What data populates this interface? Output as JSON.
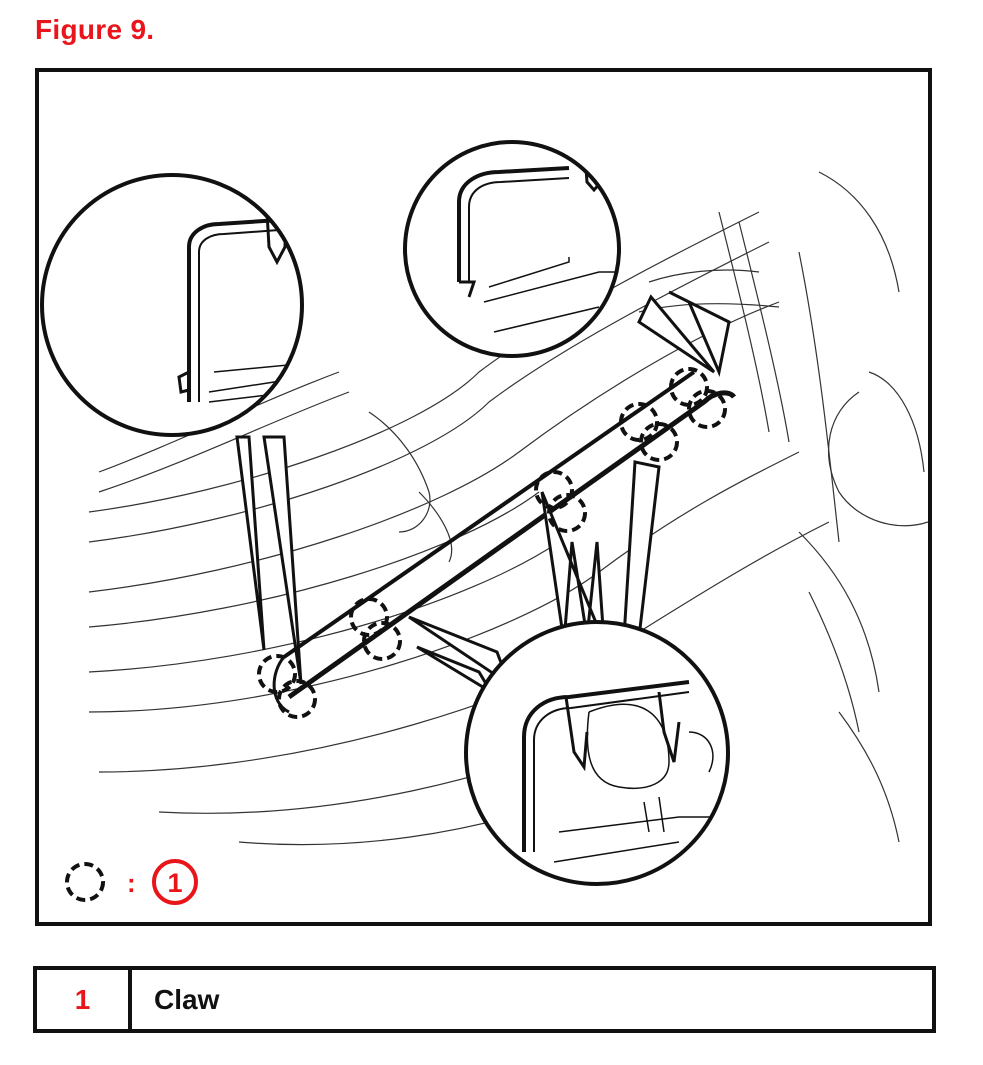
{
  "figure": {
    "title": "Figure 9.",
    "accent_color": "#e8151b",
    "callout_symbol": "dashed-circle",
    "callout_number": "1",
    "legend_separator": ":"
  },
  "legend_table": {
    "rows": [
      {
        "number": "1",
        "description": "Claw"
      }
    ]
  }
}
